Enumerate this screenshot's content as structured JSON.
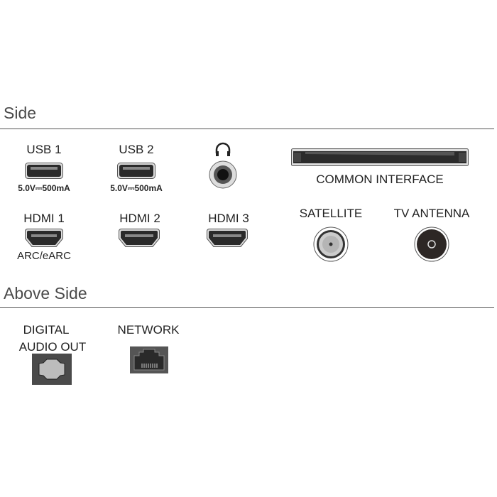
{
  "sections": {
    "side": "Side",
    "above_side": "Above Side"
  },
  "side_ports": {
    "usb1": {
      "label": "USB 1",
      "rating": "5.0V⎓500mA"
    },
    "usb2": {
      "label": "USB 2",
      "rating": "5.0V⎓500mA"
    },
    "headphone": {
      "icon": "headphone-icon"
    },
    "common_interface": {
      "label": "COMMON INTERFACE"
    },
    "hdmi1": {
      "label": "HDMI 1",
      "note": "ARC/eARC"
    },
    "hdmi2": {
      "label": "HDMI 2"
    },
    "hdmi3": {
      "label": "HDMI 3"
    },
    "satellite": {
      "label": "SATELLITE"
    },
    "tv_antenna": {
      "label": "TV ANTENNA"
    }
  },
  "above_side_ports": {
    "digital_audio_out": {
      "label_line1": "DIGITAL",
      "label_line2": "AUDIO OUT"
    },
    "network": {
      "label": "NETWORK"
    }
  }
}
